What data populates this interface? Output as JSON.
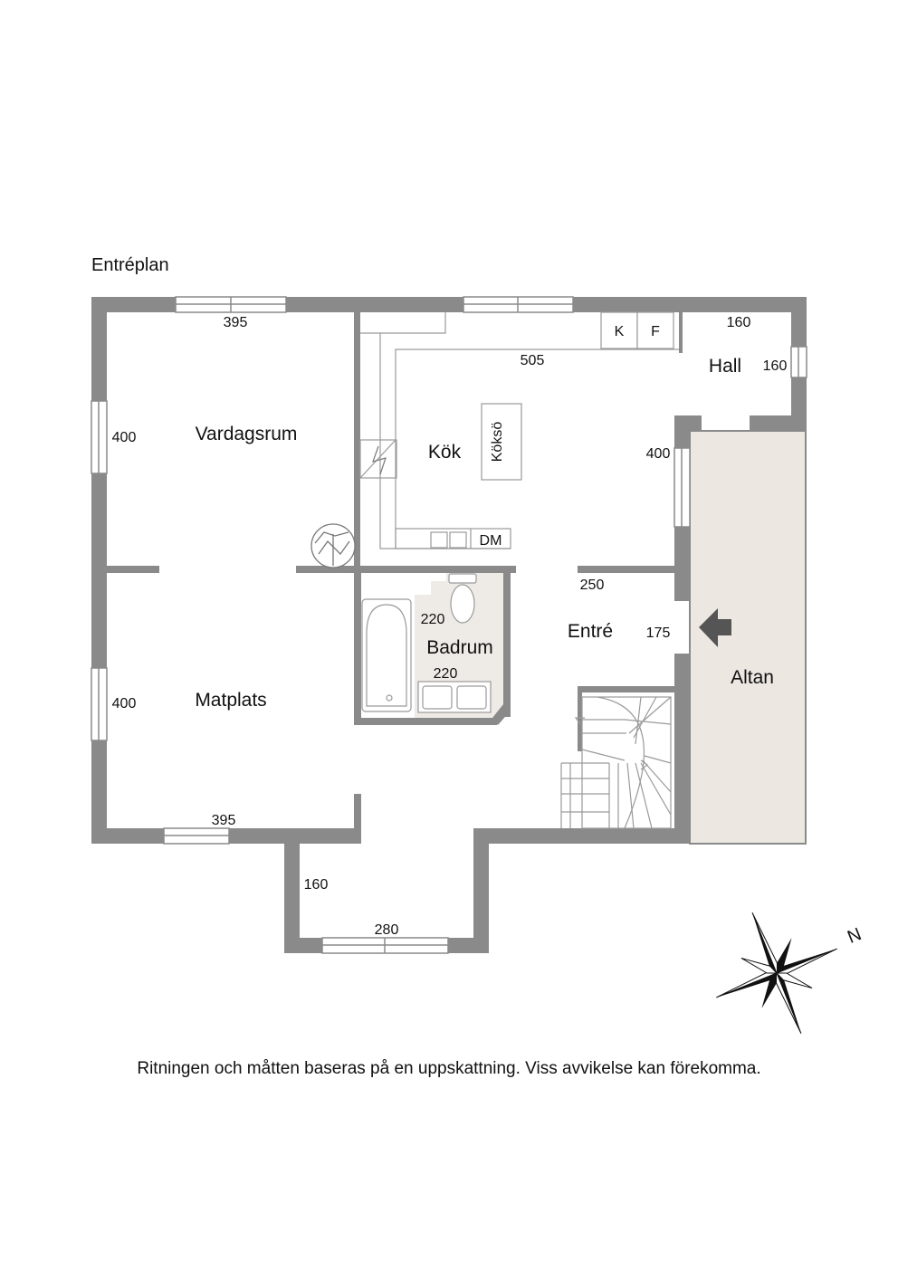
{
  "plan_title": "Entréplan",
  "disclaimer": "Ritningen och måtten baseras på en uppskattning. Viss avvikelse kan förekomma.",
  "rooms": {
    "vardagsrum": "Vardagsrum",
    "kok": "Kök",
    "koksö": "Köksö",
    "hall": "Hall",
    "badrum": "Badrum",
    "entre": "Entré",
    "matplats": "Matplats",
    "altan": "Altan"
  },
  "appliances": {
    "fridge": "K",
    "freezer": "F",
    "dishwasher": "DM"
  },
  "dimensions": {
    "vardagsrum_width": "395",
    "vardagsrum_depth": "400",
    "kok_width": "505",
    "kok_depth": "400",
    "hall_width": "160",
    "hall_depth": "160",
    "badrum_depth": "220",
    "badrum_width": "220",
    "entre_width": "250",
    "entre_depth": "175",
    "matplats_depth": "400",
    "matplats_width": "395",
    "bay_depth": "160",
    "bay_width": "280"
  },
  "compass": {
    "north_label": "N"
  },
  "colors": {
    "wall": "#8a8a8a",
    "altan": "#ede7e2",
    "bathroom_floor": "#eeeae6"
  }
}
